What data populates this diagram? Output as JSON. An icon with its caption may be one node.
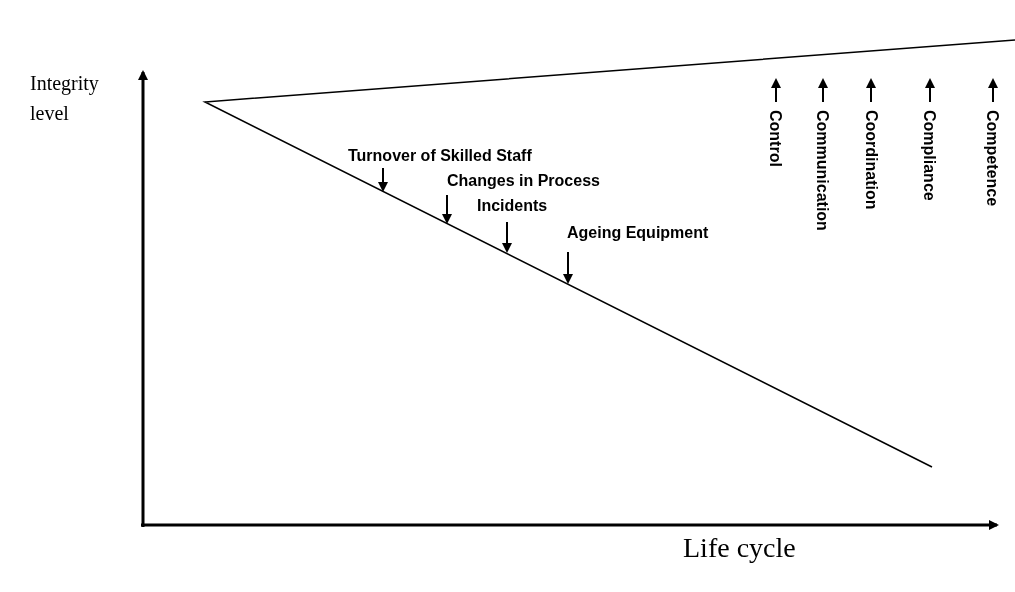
{
  "diagram": {
    "labels": [
      "Integrity level",
      "Turnover of Skilled Staff",
      "Changes in Process",
      "Incidents",
      "Ageing Equipment",
      "Control",
      "Communication",
      "Coordination",
      "Compliance",
      "Competence",
      "Life cycle"
    ]
  }
}
